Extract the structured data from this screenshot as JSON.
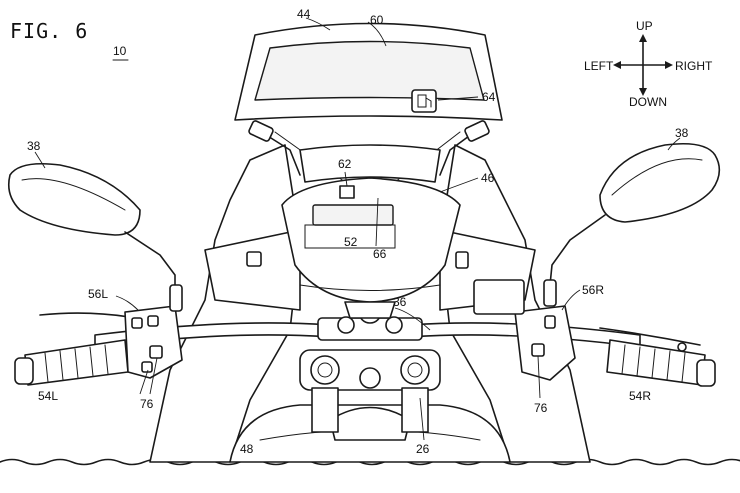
{
  "figure": {
    "title": "FIG. 6",
    "assembly_ref": "10"
  },
  "directions": {
    "up": "UP",
    "down": "DOWN",
    "left": "LEFT",
    "right": "RIGHT"
  },
  "labels": {
    "windscreen": "44",
    "display_panel": "60",
    "fuel_icon": "64",
    "mirror_left": "38",
    "mirror_right": "38",
    "indicator": "62",
    "cowl": "46",
    "meter": "52",
    "meter_frame": "66",
    "handlebar": "36",
    "switch_left": "56L",
    "switch_right": "56R",
    "grip_left": "54L",
    "grip_right": "54R",
    "button_left": "76",
    "button_right": "76",
    "fuel_tank": "48",
    "fork": "26"
  }
}
